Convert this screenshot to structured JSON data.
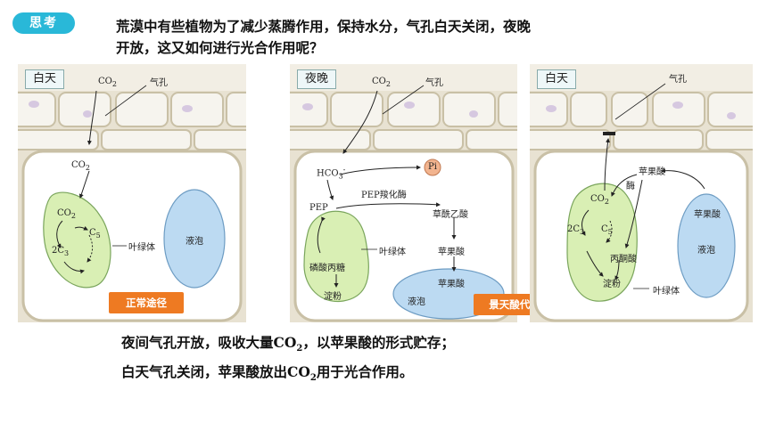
{
  "tag": "思考",
  "question": {
    "line1": "荒漠中有些植物为了减少蒸腾作用，保持水分，气孔白天关闭，夜晚",
    "line2": "开放，这又如何进行光合作用呢？"
  },
  "panel_day": {
    "tab": "白天",
    "co2_top": "CO",
    "co2_top_sub": "2",
    "stoma": "气孔",
    "co2_mid": "CO",
    "co2_mid_sub": "2",
    "co2_chl": "CO",
    "co2_chl_sub": "2",
    "c5": "C",
    "c5_sub": "5",
    "c3": "2C",
    "c3_sub": "3",
    "chloroplast": "叶绿体",
    "vacuole": "液泡",
    "badge": "正常途径"
  },
  "panel_night": {
    "tab": "夜晚",
    "co2_top": "CO",
    "co2_top_sub": "2",
    "stoma": "气孔",
    "hco3": "HCO",
    "hco3_sub": "3",
    "hco3_sup": "-",
    "pi": "Pi",
    "pep": "PEP",
    "enzyme": "PEP羧化酶",
    "oxaloacetate": "草酰乙酸",
    "malate1": "苹果酸",
    "malate2": "苹果酸",
    "chloroplast": "叶绿体",
    "triose": "磷酸丙糖",
    "starch": "淀粉",
    "vacuole": "液泡",
    "badge": "景天酸代谢"
  },
  "panel_day2": {
    "tab": "白天",
    "stoma": "气孔",
    "malate_top": "苹果酸",
    "enzyme": "酶",
    "co2_chl": "CO",
    "co2_chl_sub": "2",
    "c3": "2C",
    "c3_sub": "3",
    "c5": "C",
    "c5_sub": "5",
    "pyruvate": "丙酮酸",
    "starch": "淀粉",
    "chloroplast": "叶绿体",
    "vacuole_malate": "苹果酸",
    "vacuole": "液泡"
  },
  "answer": {
    "line1_a": "夜间气孔开放，吸收大量CO",
    "line1_sub": "2",
    "line1_b": "，以苹果酸的形式贮存；",
    "line2_a": "白天气孔关闭，苹果酸放出CO",
    "line2_sub": "2",
    "line2_b": "用于光合作用。"
  },
  "colors": {
    "tag": "#29b8d8",
    "badge": "#ee7a22",
    "chloroplast": "#d9efb4",
    "vacuole": "#bcdaf2",
    "cell_wall": "#d7cfb6"
  }
}
